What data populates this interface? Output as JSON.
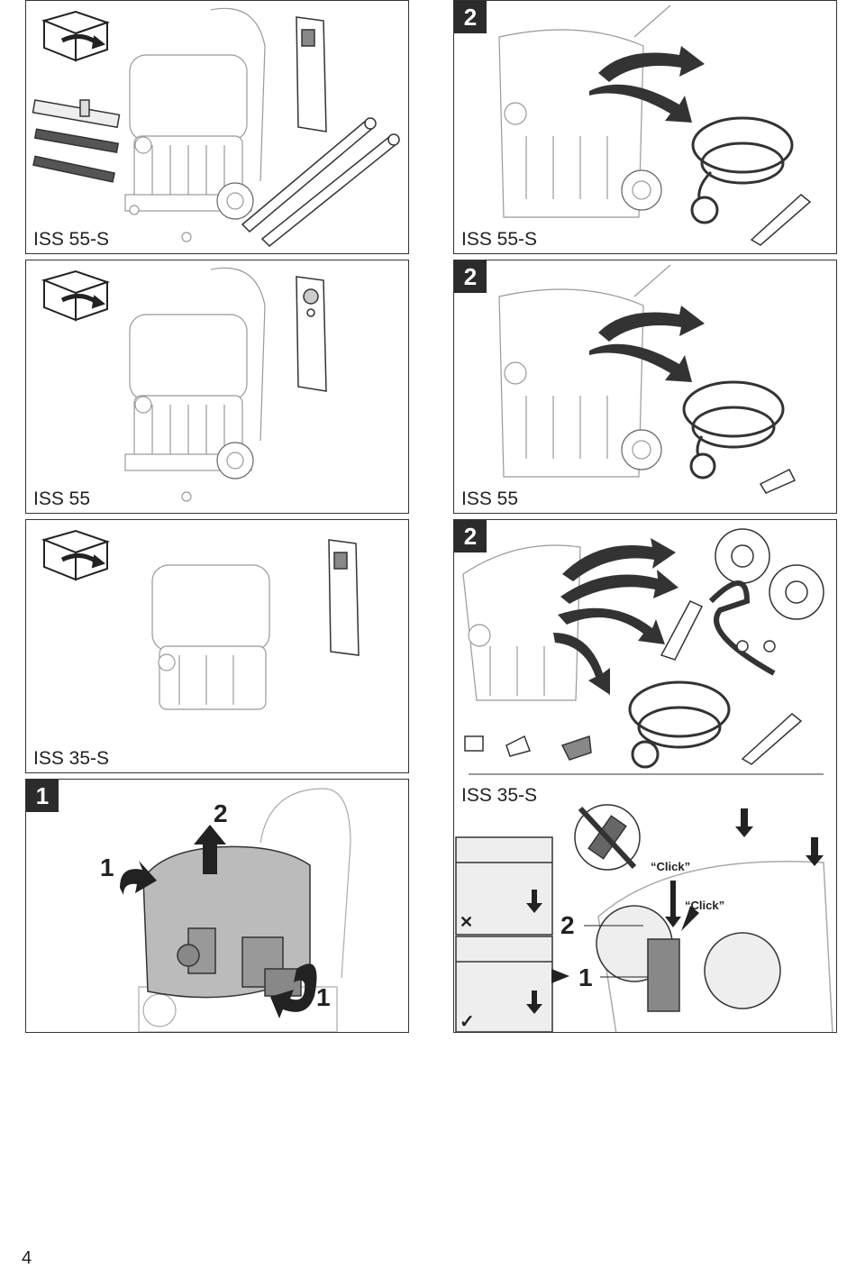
{
  "page_number": "4",
  "panels": {
    "left1": {
      "label": "ISS 55-S",
      "icon": "unpack-box-icon"
    },
    "left2": {
      "label": "ISS 55",
      "icon": "unpack-box-icon"
    },
    "left3": {
      "label": "ISS 35-S",
      "icon": "unpack-box-icon"
    },
    "left4": {
      "step": "1",
      "callouts": [
        "2",
        "1",
        "1"
      ]
    },
    "right1": {
      "step": "2",
      "label": "ISS 55-S"
    },
    "right2": {
      "step": "2",
      "label": "ISS 55"
    },
    "right3": {
      "step": "2",
      "label": "ISS 35-S"
    },
    "right4": {
      "click_texts": [
        "“Click”",
        "“Click”"
      ],
      "callouts": [
        "2",
        "1"
      ],
      "marks": [
        "✕",
        "✓"
      ]
    }
  }
}
